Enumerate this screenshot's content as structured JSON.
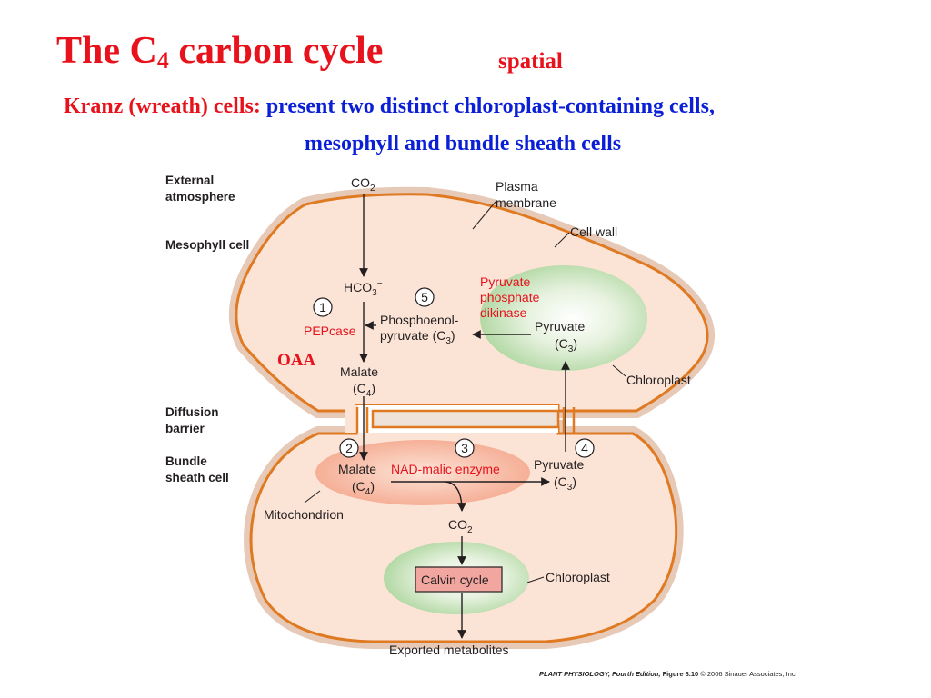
{
  "slide": {
    "title_main": "The C",
    "title_sub": "4",
    "title_rest": " carbon cycle",
    "spatial": "spatial",
    "kranz_label": "Kranz (wreath) cells:",
    "kranz_desc_line1": "present two distinct chloroplast-containing cells,",
    "kranz_desc_line2": "mesophyll and bundle sheath cells"
  },
  "diagram": {
    "side_labels": {
      "external_1": "External",
      "external_2": "atmosphere",
      "mesophyll": "Mesophyll cell",
      "diffusion_1": "Diffusion",
      "diffusion_2": "barrier",
      "bundle_1": "Bundle",
      "bundle_2": "sheath cell"
    },
    "callouts": {
      "plasma_1": "Plasma",
      "plasma_2": "membrane",
      "cell_wall": "Cell wall",
      "chloroplast_top": "Chloroplast",
      "mitochondrion": "Mitochondrion",
      "chloroplast_bottom": "Chloroplast"
    },
    "metabolites": {
      "co2_top": "CO",
      "co2_top_sub": "2",
      "hco3": "HCO",
      "hco3_sub": "3",
      "hco3_sup": "−",
      "pep_1": "Phosphoenol-",
      "pep_2": "pyruvate (C",
      "pep_sub": "3",
      "pep_close": ")",
      "malate_top": "Malate",
      "malate_top_c": "(C",
      "malate_top_sub": "4",
      "malate_top_close": ")",
      "pyruvate_top": "Pyruvate",
      "pyruvate_top_c": "(C",
      "pyruvate_top_sub": "3",
      "pyruvate_top_close": ")",
      "malate_bs": "Malate",
      "malate_bs_c": "(C",
      "malate_bs_sub": "4",
      "malate_bs_close": ")",
      "pyruvate_bs": "Pyruvate",
      "pyruvate_bs_c": "(C",
      "pyruvate_bs_sub": "3",
      "pyruvate_bs_close": ")",
      "co2_bs": "CO",
      "co2_bs_sub": "2",
      "calvin": "Calvin cycle",
      "exported": "Exported metabolites"
    },
    "enzymes": {
      "pepcase": "PEPcase",
      "ppdk_1": "Pyruvate",
      "ppdk_2": "phosphate",
      "ppdk_3": "dikinase",
      "nad_me": "NAD-malic enzyme"
    },
    "steps": [
      "1",
      "2",
      "3",
      "4",
      "5"
    ],
    "oaa": "OAA",
    "credit_book": "PLANT PHYSIOLOGY, Fourth Edition,",
    "credit_fig": " Figure 8.10",
    "credit_copy": "  © 2006 Sinauer Associates, Inc."
  },
  "colors": {
    "title_red": "#e8121c",
    "desc_blue": "#0a1fd6",
    "membrane_orange": "#e07a22",
    "cytoplasm_peach": "#fbe3d6",
    "chloroplast_green": "#a9d49a",
    "mitochondrion_salmon": "#f4a58a",
    "calvin_box": "#f2a6a0"
  }
}
